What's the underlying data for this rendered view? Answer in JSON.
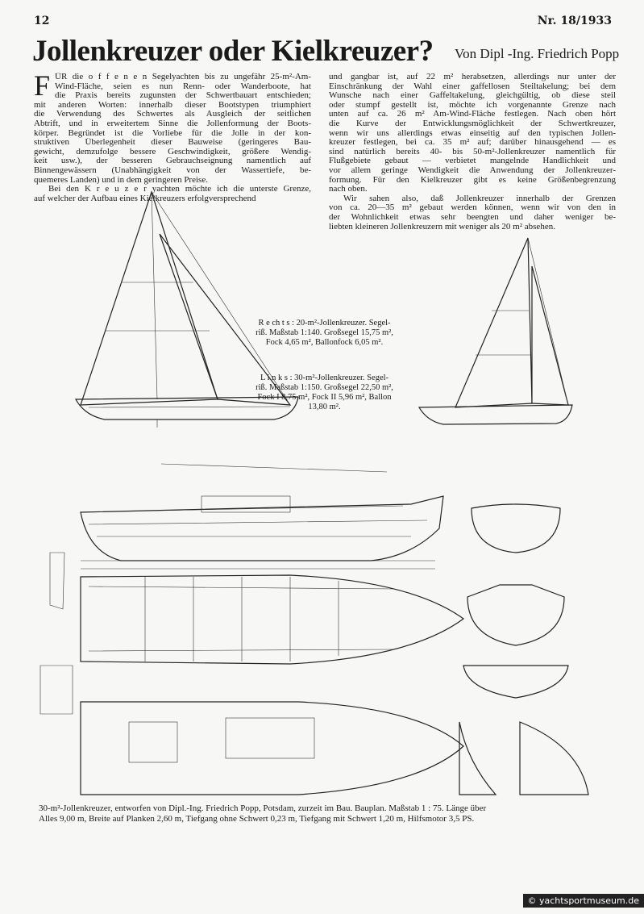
{
  "header": {
    "page_number": "12",
    "issue": "Nr. 18/1933"
  },
  "article": {
    "title": "Jollenkreuzer oder Kielkreuzer?",
    "byline": "Von Dipl -Ing. Friedrich Popp",
    "drop_cap": "F",
    "left_column": [
      "ÜR die o f f e n e n Segelyachten bis zu ungefähr 25-m²-Am-",
      "Wind-Fläche, seien es nun Renn- oder Wanderboote, hat",
      "die Praxis bereits zugunsten der Schwertbauart entschieden;",
      "mit anderen Worten: innerhalb dieser Bootstypen triumphiert",
      "die Verwendung des Schwertes als Ausgleich der seitlichen",
      "Abtrift, und in erweitertem Sinne die Jollenformung der Boots-",
      "körper. Begründet ist die Vorliebe für die Jolle in der kon-",
      "struktiven Überlegenheit dieser Bauweise (geringeres Bau-",
      "gewicht, demzufolge bessere Geschwindigkeit, größere Wendig-",
      "keit usw.), der besseren Gebrauchseignung namentlich auf",
      "Binnengewässern (Unabhängigkeit von der Wassertiefe, be-",
      "quemeres Landen) und in dem geringeren Preise.",
      "Bei den K r e u z e r yachten möchte ich die unterste Grenze,",
      "auf welcher der Aufbau eines Kielkreuzers erfolgversprechend"
    ],
    "right_column": [
      "und gangbar ist, auf 22 m² herabsetzen, allerdings nur unter der",
      "Einschränkung der Wahl einer gaffellosen Steiltakelung; bei dem",
      "Wunsche nach einer Gaffeltakelung, gleichgültig, ob diese steil",
      "oder stumpf gestellt ist, möchte ich vorgenannte Grenze nach",
      "unten auf ca. 26 m² Am-Wind-Fläche festlegen. Nach oben hört",
      "die Kurve der Entwicklungsmöglichkeit der Schwertkreuzer,",
      "wenn wir uns allerdings etwas einseitig auf den typischen Jollen-",
      "kreuzer festlegen, bei ca. 35 m² auf; darüber hinausgehend — es",
      "sind natürlich bereits 40- bis 50-m²-Jollenkreuzer namentlich für",
      "Flußgebiete gebaut — verbietet mangelnde Handlichkeit und",
      "vor allem geringe Wendigkeit die Anwendung der Jollenkreuzer-",
      "formung. Für den Kielkreuzer gibt es keine Größenbegrenzung",
      "nach oben.",
      "Wir sahen also, daß Jollenkreuzer innerhalb der Grenzen",
      "von ca. 20—35 m² gebaut werden können, wenn wir von den in",
      "der Wohnlichkeit etwas sehr beengten und daher weniger be-",
      "liebten kleineren Jollenkreuzern mit weniger als 20 m² absehen."
    ]
  },
  "captions": {
    "right_sail": [
      "R e ch t s : 20-m²-Jollenkreuzer. Segel-",
      "riß. Maßstab 1:140. Großsegel 15,75 m²,",
      "Fock 4,65 m², Ballonfock 6,05 m²."
    ],
    "left_sail": [
      "L i n k s : 30-m²-Jollenkreuzer. Segel-",
      "riß. Maßstab 1:150. Großsegel 22,50 m²,",
      "Fock I 8,75 m², Fock II 5,96 m², Ballon",
      "13,80 m²."
    ],
    "plan": [
      "30-m²-Jollenkreuzer, entworfen von Dipl.-Ing. Friedrich Popp, Potsdam, zurzeit im Bau. Bauplan. Maßstab 1 : 75. Länge über",
      "Alles 9,00 m, Breite auf Planken 2,60 m, Tiefgang ohne Schwert 0,23 m, Tiefgang mit Schwert 1,20 m, Hilfsmotor 3,5 PS."
    ]
  },
  "watermark": "© yachtsportmuseum.de"
}
